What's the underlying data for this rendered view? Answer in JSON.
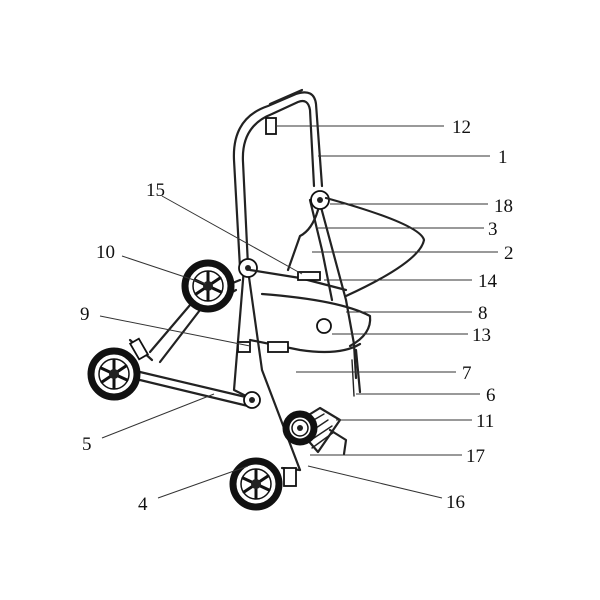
{
  "labels": {
    "n1": "1",
    "n2": "2",
    "n3": "3",
    "n4": "4",
    "n5": "5",
    "n6": "6",
    "n7": "7",
    "n8": "8",
    "n9": "9",
    "n10": "10",
    "n11": "11",
    "n12": "12",
    "n13": "13",
    "n14": "14",
    "n15": "15",
    "n16": "16",
    "n17": "17",
    "n18": "18"
  }
}
